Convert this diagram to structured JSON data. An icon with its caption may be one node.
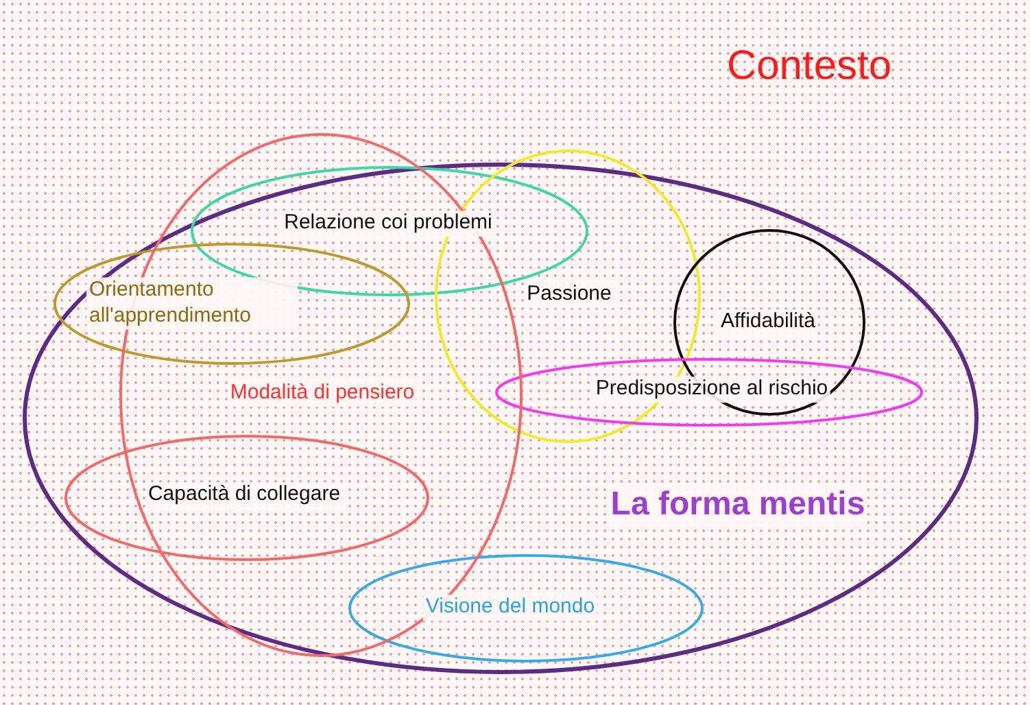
{
  "diagram": {
    "nodes": [
      {
        "text": [
          "Contesto"
        ]
      },
      {
        "text": [
          "La forma mentis"
        ],
        "in": 0
      },
      {
        "text": [
          "Modalità di pensiero"
        ],
        "in": 0
      },
      {
        "text": [
          "Relazione coi problemi"
        ],
        "in": 1
      },
      {
        "text": [
          "Orientamento all'apprendimento"
        ],
        "in": 1
      },
      {
        "text": [
          "Passione"
        ],
        "in": 1
      },
      {
        "text": [
          "Affidabilità"
        ],
        "in": 1
      },
      {
        "text": [
          "Predisposizione al rischio"
        ],
        "in": 1
      },
      {
        "text": [
          "Capacità di collegare"
        ],
        "in": 1
      },
      {
        "text": [
          "Visione del mondo"
        ],
        "in": 1
      }
    ],
    "edges": []
  }
}
